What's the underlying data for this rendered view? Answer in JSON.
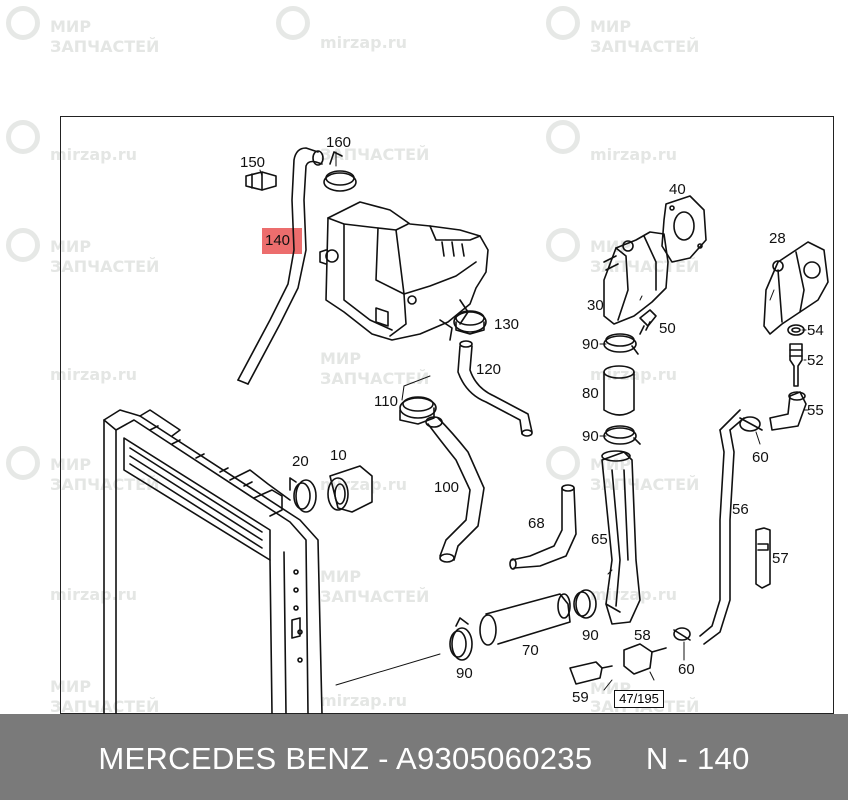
{
  "watermark": {
    "brand_top": "МИР",
    "brand_bottom": "ЗАПЧАСТЕЙ",
    "site": "mirzap.ru"
  },
  "diagram": {
    "callouts": {
      "c10": "10",
      "c20": "20",
      "c28": "28",
      "c30": "30",
      "c40": "40",
      "c50": "50",
      "c52": "52",
      "c54": "54",
      "c55": "55",
      "c56": "56",
      "c57": "57",
      "c58": "58",
      "c59": "59",
      "c60a": "60",
      "c60b": "60",
      "c65": "65",
      "c68": "68",
      "c70": "70",
      "c80": "80",
      "c90a": "90",
      "c90b": "90",
      "c90c": "90",
      "c90d": "90",
      "c100": "100",
      "c110": "110",
      "c120": "120",
      "c130": "130",
      "c140": "140",
      "c150": "150",
      "c160": "160"
    },
    "reference": "47/195"
  },
  "footer": {
    "caption": "MERCEDES BENZ - A9305060235      N - 140"
  },
  "colors": {
    "highlight": "#e63c3c",
    "footer_bg": "#7a7a7a",
    "line": "#111111"
  }
}
